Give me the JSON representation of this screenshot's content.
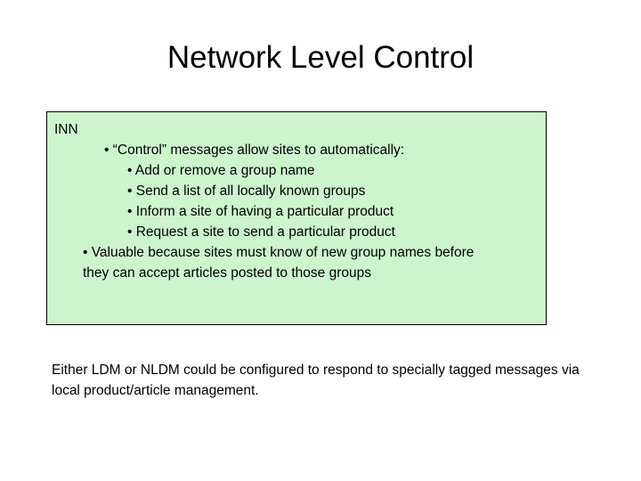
{
  "slide": {
    "title": "Network Level Control",
    "content_box": {
      "background_color": "#ccf5cc",
      "border_color": "#000000",
      "lines": [
        {
          "level": 0,
          "text": "INN"
        },
        {
          "level": 1,
          "text": "• “Control” messages allow sites to automatically:"
        },
        {
          "level": 2,
          "text": "• Add or remove a group name"
        },
        {
          "level": 2,
          "text": "• Send a list of all locally known groups"
        },
        {
          "level": 2,
          "text": "• Inform a site of having a particular product"
        },
        {
          "level": 2,
          "text": "• Request a site to send a particular product"
        },
        {
          "level": 1,
          "text": "• Valuable because sites must know of new group names before"
        },
        {
          "level": 1,
          "continuation": true,
          "text": "they can accept articles posted to those groups"
        }
      ]
    },
    "footnote": "Either LDM or NLDM could be configured to respond to specially tagged messages via local product/article management."
  }
}
